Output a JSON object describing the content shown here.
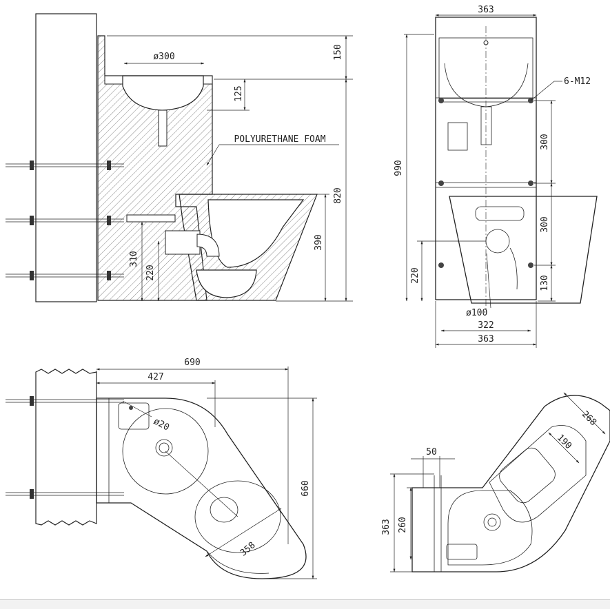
{
  "side_view": {
    "sink_diameter": "ø300",
    "top_height": "150",
    "basin_depth": "125",
    "foam_label": "POLYURETHANE FOAM",
    "total_height": "820",
    "bowl_height": "390",
    "pipe_height_310": "310",
    "pipe_height_220": "220"
  },
  "front_view": {
    "width_top": "363",
    "bolts": "6-M12",
    "height_990": "990",
    "spacing_300_a": "300",
    "spacing_300_b": "300",
    "spacing_130": "130",
    "outlet_height": "220",
    "outlet_diameter": "ø100",
    "width_322": "322",
    "width_bottom": "363"
  },
  "top_view": {
    "length_690": "690",
    "length_427": "427",
    "hole_diameter": "ø20",
    "depth_660": "660",
    "bowl_358": "358"
  },
  "corner_view": {
    "offset_50": "50",
    "width_363": "363",
    "width_260": "260",
    "diag_268": "268",
    "diag_190": "190"
  }
}
